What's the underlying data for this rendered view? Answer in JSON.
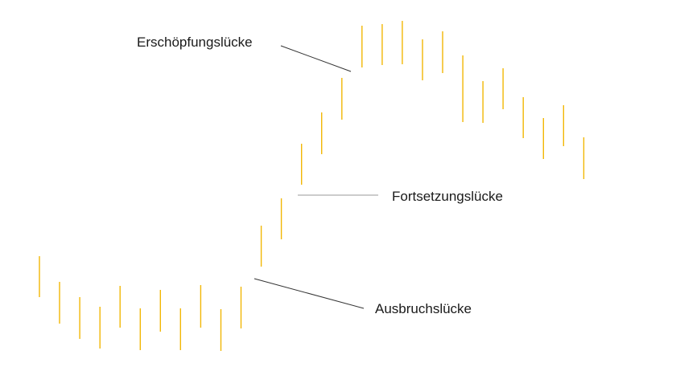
{
  "chart_data": {
    "type": "range-bar",
    "title": "",
    "xlabel": "",
    "ylabel": "",
    "grid": false,
    "bar_color": "#f2b705",
    "bars": [
      {
        "x": 0,
        "low": 92,
        "high": 143
      },
      {
        "x": 1,
        "low": 59,
        "high": 111
      },
      {
        "x": 2,
        "low": 40,
        "high": 92
      },
      {
        "x": 3,
        "low": 28,
        "high": 80
      },
      {
        "x": 4,
        "low": 54,
        "high": 106
      },
      {
        "x": 5,
        "low": 26,
        "high": 78
      },
      {
        "x": 6,
        "low": 49,
        "high": 101
      },
      {
        "x": 7,
        "low": 26,
        "high": 78
      },
      {
        "x": 8,
        "low": 54,
        "high": 107
      },
      {
        "x": 9,
        "low": 25,
        "high": 77
      },
      {
        "x": 10,
        "low": 53,
        "high": 105
      },
      {
        "x": 11,
        "low": 130,
        "high": 181
      },
      {
        "x": 12,
        "low": 164,
        "high": 215
      },
      {
        "x": 13,
        "low": 232,
        "high": 283
      },
      {
        "x": 14,
        "low": 270,
        "high": 322
      },
      {
        "x": 15,
        "low": 313,
        "high": 365
      },
      {
        "x": 16,
        "low": 378,
        "high": 430
      },
      {
        "x": 17,
        "low": 381,
        "high": 432
      },
      {
        "x": 18,
        "low": 382,
        "high": 436
      },
      {
        "x": 19,
        "low": 362,
        "high": 413
      },
      {
        "x": 20,
        "low": 371,
        "high": 423
      },
      {
        "x": 21,
        "low": 310,
        "high": 393
      },
      {
        "x": 22,
        "low": 309,
        "high": 361
      },
      {
        "x": 23,
        "low": 326,
        "high": 377
      },
      {
        "x": 24,
        "low": 290,
        "high": 341
      },
      {
        "x": 25,
        "low": 264,
        "high": 315
      },
      {
        "x": 26,
        "low": 280,
        "high": 331
      },
      {
        "x": 27,
        "low": 239,
        "high": 291
      }
    ],
    "annotations": [
      {
        "text": "Erschöpfungslücke",
        "target_bar": 16
      },
      {
        "text": "Fortsetzungslücke",
        "target_bar": 13
      },
      {
        "text": "Ausbruchslücke",
        "target_bar": 11
      }
    ]
  }
}
